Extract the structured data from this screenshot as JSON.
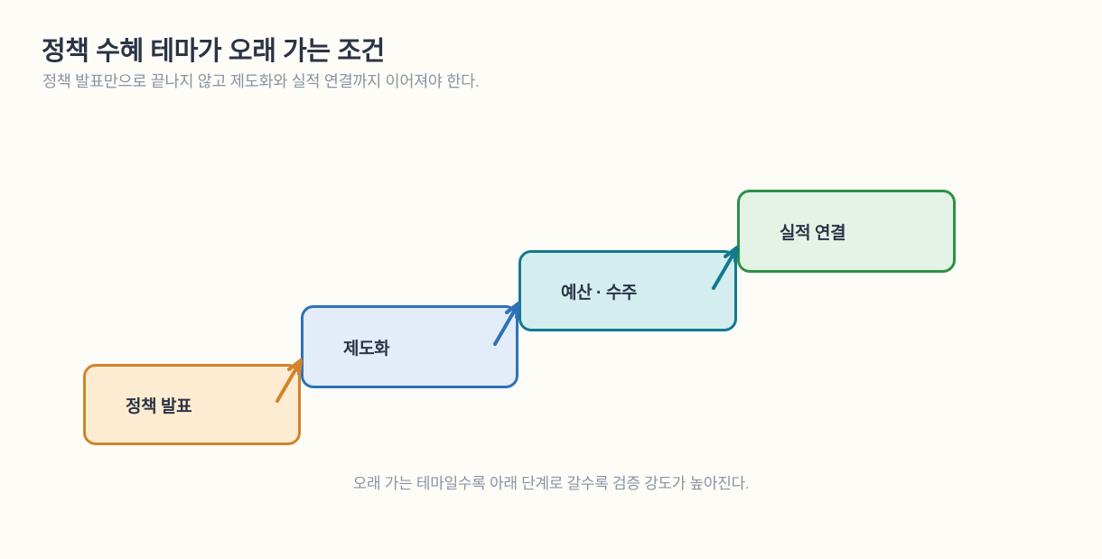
{
  "header": {
    "title": "정책 수혜 테마가 오래 가는 조건",
    "subtitle": "정책 발표만으로 끝나지 않고 제도화와 실적 연결까지 이어져야 한다."
  },
  "diagram": {
    "type": "staircase-flow",
    "background_color": "#fdfcf7",
    "text_color": "#2b3445",
    "muted_text_color": "#8b93a2",
    "stages": [
      {
        "label": "정책 발표",
        "order": 1,
        "border_color": "#d2842a",
        "fill_color": "#fdecd2",
        "arrow_color": "#d2842a"
      },
      {
        "label": "제도화",
        "order": 2,
        "border_color": "#2f72b8",
        "fill_color": "#e3ecf9",
        "arrow_color": "#2f72b8"
      },
      {
        "label": "예산 · 수주",
        "order": 3,
        "border_color": "#137a8d",
        "fill_color": "#d4eef0",
        "arrow_color": "#137a8d"
      },
      {
        "label": "실적 연결",
        "order": 4,
        "border_color": "#2e9147",
        "fill_color": "#e5f3e6",
        "arrow_color": "#2e9147"
      }
    ]
  },
  "caption": "오래 가는 테마일수록 아래 단계로 갈수록 검증 강도가 높아진다."
}
